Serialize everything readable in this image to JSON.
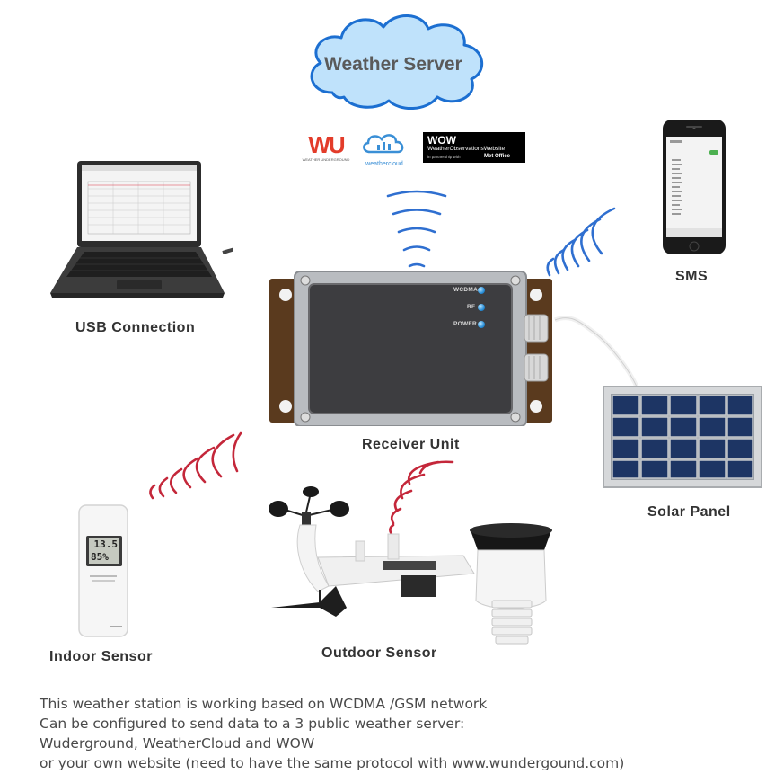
{
  "cloud": {
    "title": "Weather Server"
  },
  "logos": {
    "wu_letters": "WU",
    "wu_caption": "WEATHER UNDERGROUND",
    "wc_caption": "weathercloud",
    "wow_title": "WOW",
    "wow_sub": "WeatherObservationsWebsite",
    "wow_partner": "in partnership with",
    "wow_metoffice": "Met Office"
  },
  "receiver": {
    "leds": [
      "WCDMA",
      "RF",
      "POWER"
    ]
  },
  "indoor_display": {
    "line1": "13.5",
    "line2": "85%"
  },
  "labels": {
    "usb": "USB Connection",
    "sms": "SMS",
    "receiver": "Receiver Unit",
    "solar": "Solar Panel",
    "indoor": "Indoor Sensor",
    "outdoor": "Outdoor Sensor"
  },
  "footer": {
    "line1": "This weather station is working based on WCDMA /GSM network",
    "line2": "Can be configured to send data to a 3 public weather server:",
    "line3": "Wuderground, WeatherCloud and WOW",
    "line4": "or your own website (need to have the same protocol with www.wundergound.com)"
  },
  "colors": {
    "wave_blue": "#2f6fd0",
    "wave_red": "#c4273a",
    "cloud_fill": "#bfe2fb",
    "cloud_stroke": "#1c6fd1"
  }
}
